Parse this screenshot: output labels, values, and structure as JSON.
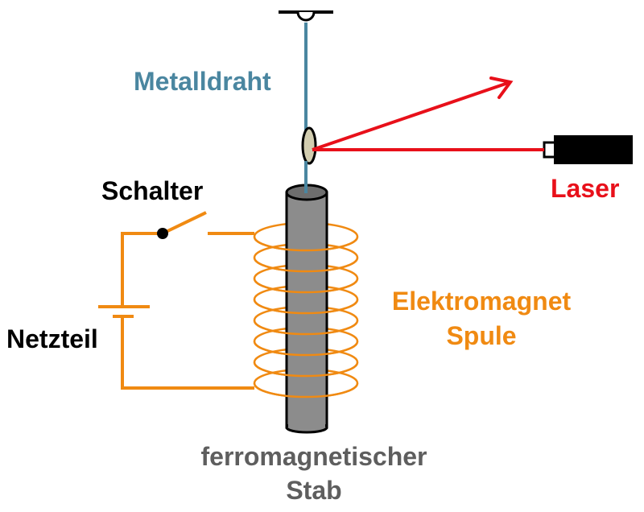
{
  "labels": {
    "wire": "Metalldraht",
    "laser": "Laser",
    "switch": "Schalter",
    "power_supply": "Netzteil",
    "coil_line1": "Elektromagnet",
    "coil_line2": "Spule",
    "rod_line1": "ferromagnetischer",
    "rod_line2": "Stab"
  },
  "colors": {
    "wire": "#4a86a0",
    "laser": "#e8101a",
    "circuit": "#f08a12",
    "rod": "#8c8c8c",
    "rod_label": "#5e5e5e",
    "text": "#000000"
  }
}
